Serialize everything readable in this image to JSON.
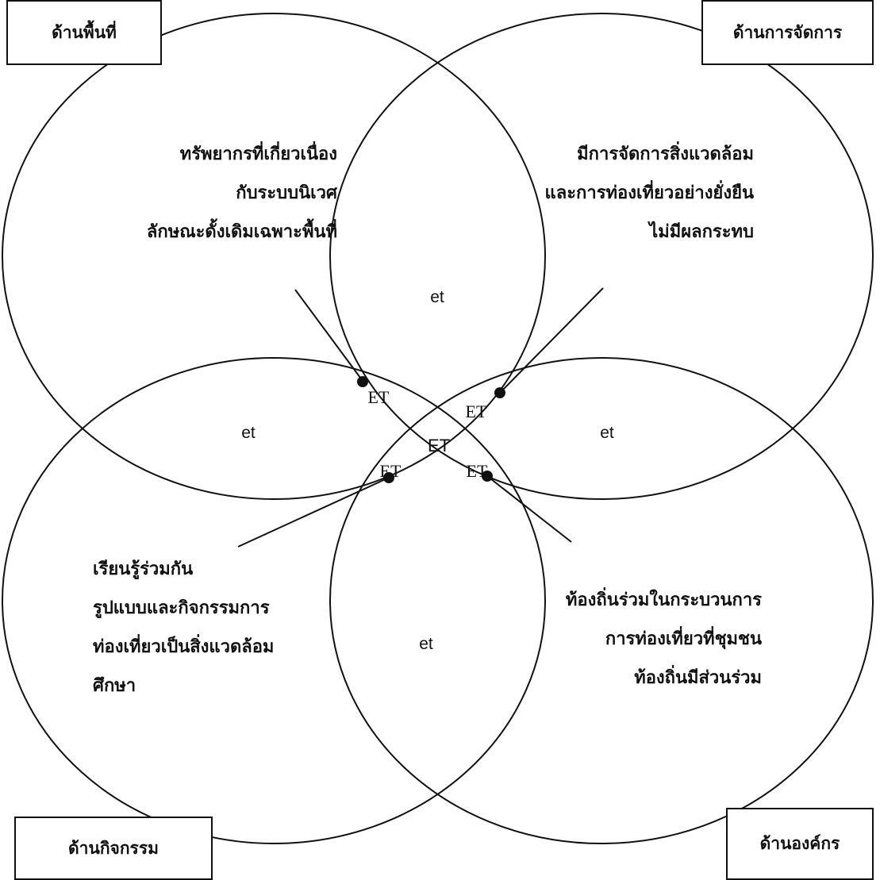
{
  "corner_labels": {
    "top_left": "ด้านพื้นที่",
    "top_right": "ด้านการจัดการ",
    "bottom_left": "ด้านกิจกรรม",
    "bottom_right": "ด้านองค์กร"
  },
  "circle_texts": {
    "area": [
      "ทรัพยากรที่เกี่ยวเนื่อง",
      "กับระบบนิเวศ",
      "ลักษณะดั้งเดิมเฉพาะพื้นที่"
    ],
    "management": [
      "มีการจัดการสิ่งแวดล้อม",
      "และการท่องเที่ยวอย่างยั่งยืน",
      "ไม่มีผลกระทบ"
    ],
    "activity": [
      "เรียนรู้ร่วมกัน",
      "รูปแบบและกิจกรรมการ",
      "ท่องเที่ยวเป็นสิ่งแวดล้อม",
      "ศึกษา"
    ],
    "organization": [
      "ท้องถิ่นร่วมในกระบวนการ",
      "การท่องเที่ยวที่ชุมชน",
      "ท้องถิ่นมีส่วนร่วม"
    ]
  },
  "region_labels": {
    "top": "et",
    "left": "et",
    "right": "et",
    "bottom": "et",
    "upper_left": "ET",
    "upper_right": "ET",
    "lower_left": "ET",
    "lower_right": "ET",
    "center": "ET"
  },
  "colors": {
    "stroke": "#111111",
    "background": "#ffffff"
  }
}
